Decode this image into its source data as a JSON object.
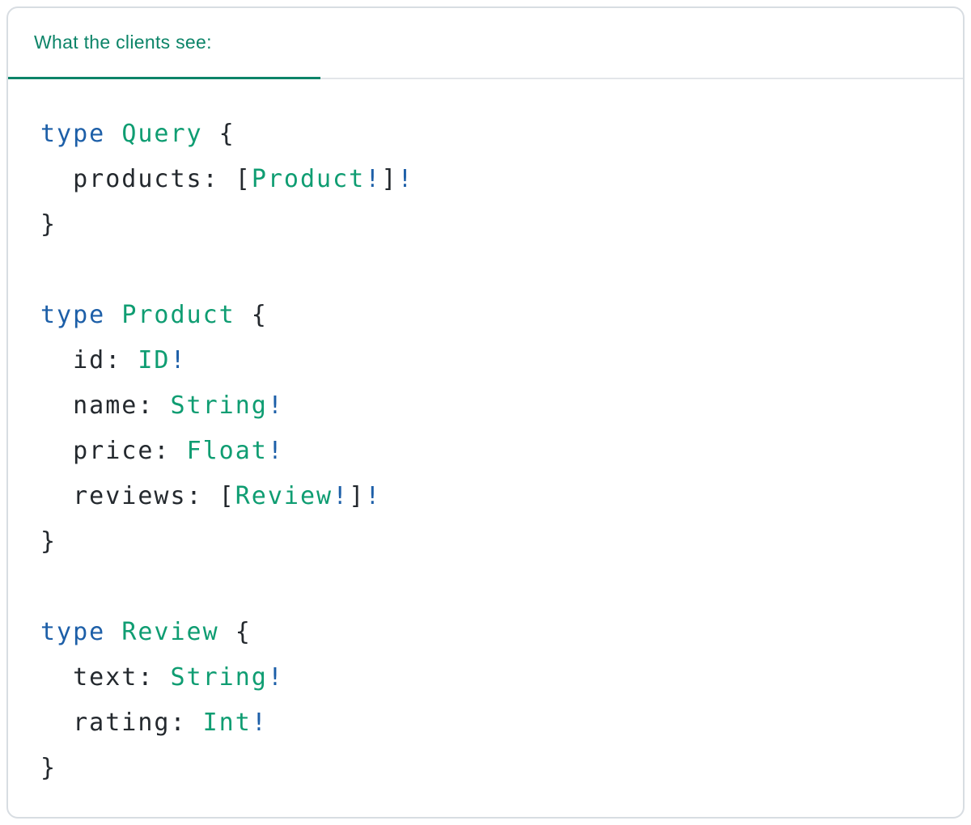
{
  "colors": {
    "accent_teal": "#0c8468",
    "code_green": "#0f9d72",
    "code_blue": "#1d5fa8",
    "code_text": "#24292e",
    "card_border": "#d8dde2",
    "header_divider": "#e3e6e9"
  },
  "header": {
    "tab_label": "What the clients see:"
  },
  "code": {
    "language": "graphql",
    "lines": [
      [
        {
          "c": "kw",
          "v": "type"
        },
        {
          "c": "plain",
          "v": " "
        },
        {
          "c": "type",
          "v": "Query"
        },
        {
          "c": "plain",
          "v": " {"
        }
      ],
      [
        {
          "c": "plain",
          "v": "  products: ["
        },
        {
          "c": "type",
          "v": "Product"
        },
        {
          "c": "bang",
          "v": "!"
        },
        {
          "c": "plain",
          "v": "]"
        },
        {
          "c": "bang",
          "v": "!"
        }
      ],
      [
        {
          "c": "plain",
          "v": "}"
        }
      ],
      [],
      [
        {
          "c": "kw",
          "v": "type"
        },
        {
          "c": "plain",
          "v": " "
        },
        {
          "c": "type",
          "v": "Product"
        },
        {
          "c": "plain",
          "v": " {"
        }
      ],
      [
        {
          "c": "plain",
          "v": "  id: "
        },
        {
          "c": "type",
          "v": "ID"
        },
        {
          "c": "bang",
          "v": "!"
        }
      ],
      [
        {
          "c": "plain",
          "v": "  name: "
        },
        {
          "c": "type",
          "v": "String"
        },
        {
          "c": "bang",
          "v": "!"
        }
      ],
      [
        {
          "c": "plain",
          "v": "  price: "
        },
        {
          "c": "type",
          "v": "Float"
        },
        {
          "c": "bang",
          "v": "!"
        }
      ],
      [
        {
          "c": "plain",
          "v": "  reviews: ["
        },
        {
          "c": "type",
          "v": "Review"
        },
        {
          "c": "bang",
          "v": "!"
        },
        {
          "c": "plain",
          "v": "]"
        },
        {
          "c": "bang",
          "v": "!"
        }
      ],
      [
        {
          "c": "plain",
          "v": "}"
        }
      ],
      [],
      [
        {
          "c": "kw",
          "v": "type"
        },
        {
          "c": "plain",
          "v": " "
        },
        {
          "c": "type",
          "v": "Review"
        },
        {
          "c": "plain",
          "v": " {"
        }
      ],
      [
        {
          "c": "plain",
          "v": "  text: "
        },
        {
          "c": "type",
          "v": "String"
        },
        {
          "c": "bang",
          "v": "!"
        }
      ],
      [
        {
          "c": "plain",
          "v": "  rating: "
        },
        {
          "c": "type",
          "v": "Int"
        },
        {
          "c": "bang",
          "v": "!"
        }
      ],
      [
        {
          "c": "plain",
          "v": "}"
        }
      ]
    ]
  }
}
